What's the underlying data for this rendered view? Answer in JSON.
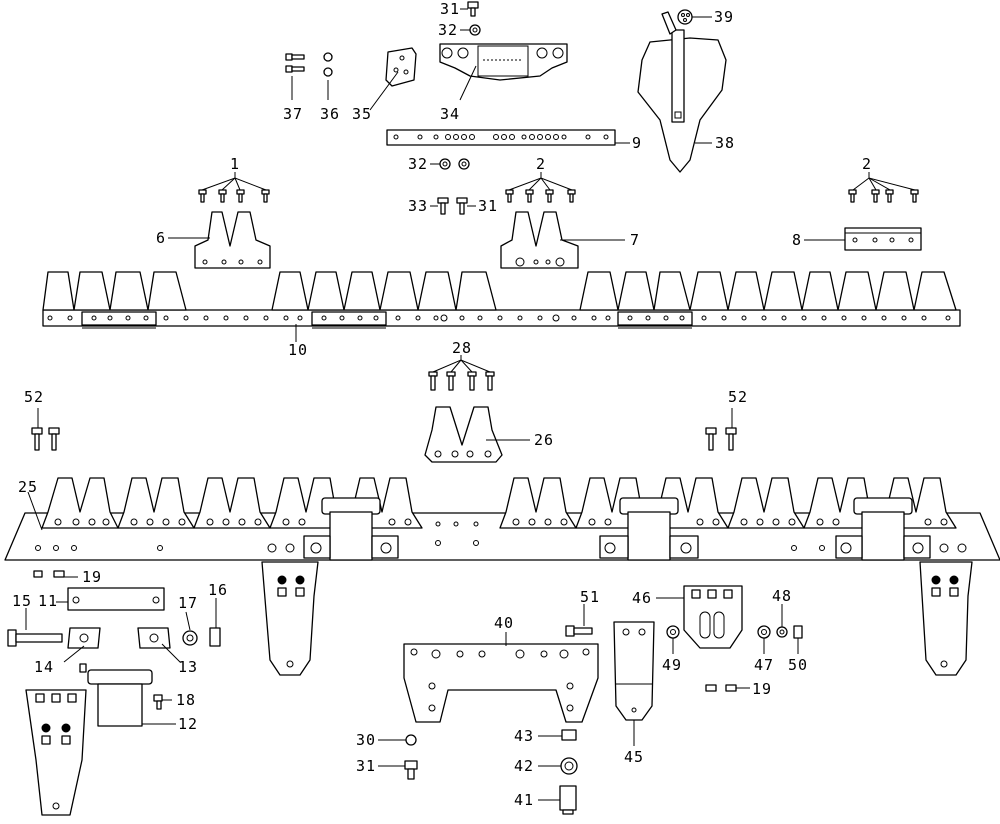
{
  "diagram": {
    "labels": {
      "l1": "1",
      "l2a": "2",
      "l2b": "2",
      "l6": "6",
      "l7": "7",
      "l8": "8",
      "l9": "9",
      "l10": "10",
      "l11": "11",
      "l12": "12",
      "l13": "13",
      "l14": "14",
      "l15": "15",
      "l16": "16",
      "l17": "17",
      "l18": "18",
      "l19a": "19",
      "l19b": "19",
      "l25": "25",
      "l26": "26",
      "l28": "28",
      "l30": "30",
      "l31a": "31",
      "l31b": "31",
      "l31c": "31",
      "l32a": "32",
      "l32b": "32",
      "l33": "33",
      "l34": "34",
      "l35": "35",
      "l36": "36",
      "l37": "37",
      "l38": "38",
      "l39": "39",
      "l40": "40",
      "l41": "41",
      "l42": "42",
      "l43": "43",
      "l45": "45",
      "l46": "46",
      "l47": "47",
      "l48": "48",
      "l49": "49",
      "l50": "50",
      "l51": "51",
      "l52a": "52",
      "l52b": "52"
    }
  }
}
